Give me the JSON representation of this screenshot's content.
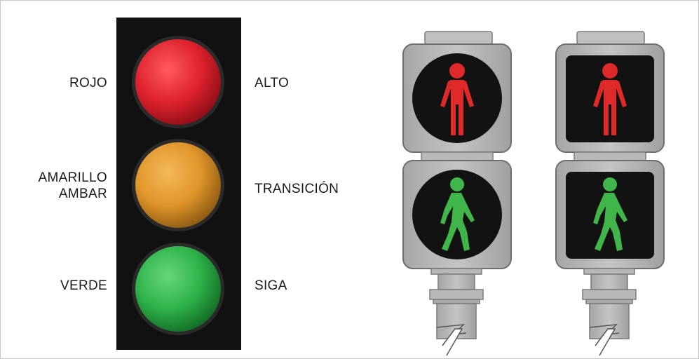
{
  "vehicle_signal": {
    "lights": [
      {
        "name": "ROJO",
        "meaning": "ALTO",
        "color": "#e0232e"
      },
      {
        "name": "AMARILLO\nAMBAR",
        "meaning": "TRANSICIÓN",
        "color": "#e69a26"
      },
      {
        "name": "VERDE",
        "meaning": "SIGA",
        "color": "#2fb34a"
      }
    ],
    "housing_color": "#111111"
  },
  "pedestrian_signals": [
    {
      "lens_shape": "circle",
      "top": "red standing figure",
      "bottom": "green walking figure"
    },
    {
      "lens_shape": "rounded-square",
      "top": "red standing figure",
      "bottom": "green walking figure"
    }
  ],
  "colors": {
    "red_figure": "#e02a2a",
    "green_figure": "#3fb54a",
    "housing_gray": "#b3b3b3",
    "lens_black": "#121212"
  }
}
